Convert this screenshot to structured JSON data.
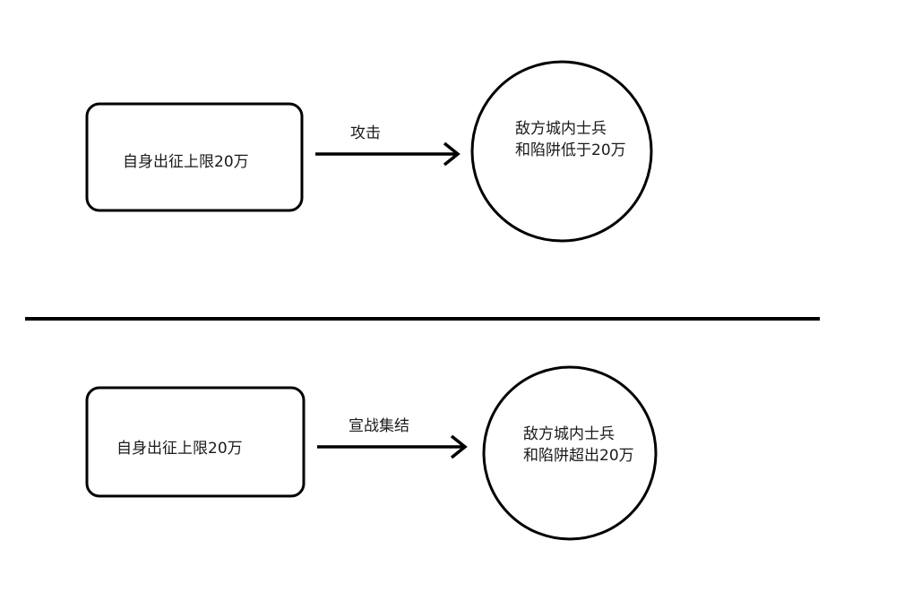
{
  "diagram": {
    "top_section": {
      "box_label": "自身出征上限20万",
      "arrow_label": "攻击",
      "circle_line1": "敌方城内士兵",
      "circle_line2": "和陷阱低于20万"
    },
    "bottom_section": {
      "box_label": "自身出征上限20万",
      "arrow_label": "宣战集结",
      "circle_line1": "敌方城内士兵",
      "circle_line2": "和陷阱超出20万"
    }
  },
  "colors": {
    "stroke": "#000000",
    "text": "#1a1a1a",
    "background": "#ffffff"
  }
}
